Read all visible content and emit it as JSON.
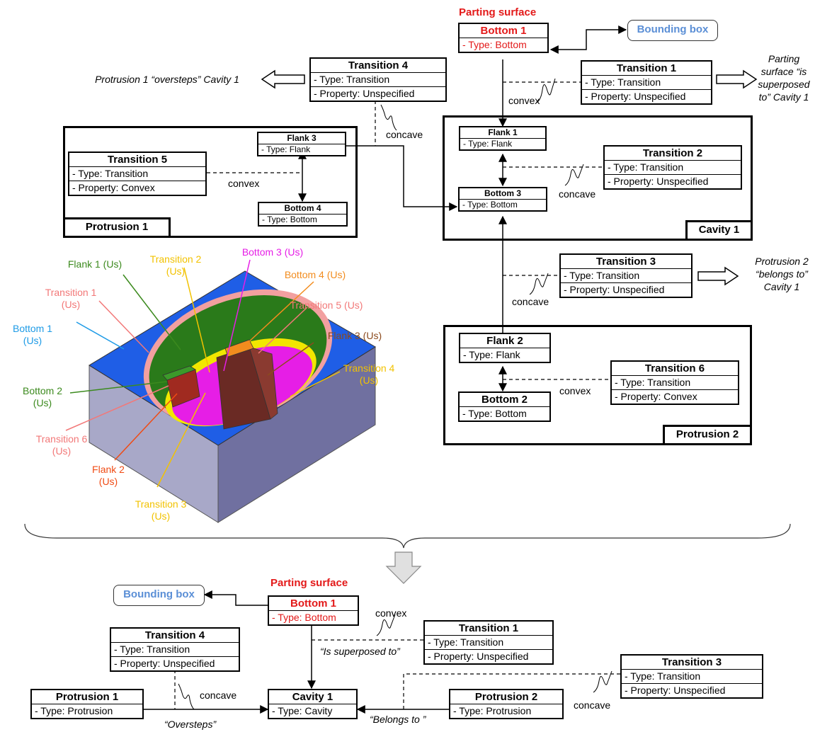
{
  "top": {
    "parting_surface": "Parting surface",
    "bounding_box": "Bounding box",
    "bottom1": {
      "title": "Bottom 1",
      "type": "- Type: Bottom"
    },
    "transition1": {
      "title": "Transition 1",
      "type": "- Type: Transition",
      "property": "- Property: Unspecified"
    },
    "transition4": {
      "title": "Transition 4",
      "type": "- Type: Transition",
      "property": "- Property: Unspecified"
    },
    "transition2": {
      "title": "Transition 2",
      "type": "- Type: Transition",
      "property": "- Property: Unspecified"
    },
    "transition3": {
      "title": "Transition 3",
      "type": "- Type: Transition",
      "property": "- Property: Unspecified"
    },
    "transition5": {
      "title": "Transition 5",
      "type": "- Type: Transition",
      "property": "- Property: Convex"
    },
    "transition6": {
      "title": "Transition 6",
      "type": "- Type: Transition",
      "property": "- Property: Convex"
    },
    "flank1": {
      "title": "Flank 1",
      "type": "- Type: Flank"
    },
    "flank2": {
      "title": "Flank 2",
      "type": "- Type: Flank"
    },
    "flank3": {
      "title": "Flank 3",
      "type": "- Type: Flank"
    },
    "bottom2": {
      "title": "Bottom 2",
      "type": "- Type: Bottom"
    },
    "bottom3": {
      "title": "Bottom 3",
      "type": "- Type: Bottom"
    },
    "bottom4": {
      "title": "Bottom 4",
      "type": "- Type: Bottom"
    },
    "protrusion1": "Protrusion 1",
    "protrusion2": "Protrusion 2",
    "cavity1": "Cavity 1",
    "convex": "convex",
    "concave": "concave",
    "ann_oversteps": "Protrusion 1 “oversteps” Cavity 1",
    "ann_superposed": "Parting surface “is superposed to” Cavity 1",
    "ann_belongs": "Protrusion 2 “belongs to” Cavity 1"
  },
  "model": {
    "labels": {
      "flank1": "Flank 1 (Us)",
      "transition2": "Transition 2 (Us)",
      "bottom3": "Bottom 3 (Us)",
      "bottom4": "Bottom 4 (Us)",
      "transition1": "Transition 1 (Us)",
      "transition5": "Transition 5 (Us)",
      "bottom1": "Bottom 1 (Us)",
      "flank3": "Flank 3 (Us)",
      "transition4": "Transition 4 (Us)",
      "bottom2": "Bottom 2 (Us)",
      "transition6": "Transition 6 (Us)",
      "flank2": "Flank 2 (Us)",
      "transition3": "Transition 3 (Us)"
    },
    "colors": {
      "flank1": "#3c8a1e",
      "transition2": "#f2c200",
      "bottom3": "#e61ee6",
      "bottom4": "#f28c1e",
      "transition1": "#f27878",
      "transition5": "#f27878",
      "bottom1": "#1e9be6",
      "flank3": "#8c4b1e",
      "transition4": "#f2c200",
      "bottom2": "#3c8a1e",
      "transition6": "#f27878",
      "flank2": "#f04b14",
      "transition3": "#f2c200"
    }
  },
  "bottom": {
    "parting_surface": "Parting surface",
    "bounding_box": "Bounding box",
    "bottom1": {
      "title": "Bottom 1",
      "type": "- Type: Bottom"
    },
    "transition1": {
      "title": "Transition 1",
      "type": "- Type: Transition",
      "property": "- Property: Unspecified"
    },
    "transition4": {
      "title": "Transition 4",
      "type": "- Type: Transition",
      "property": "- Property: Unspecified"
    },
    "transition3": {
      "title": "Transition 3",
      "type": "- Type: Transition",
      "property": "- Property: Unspecified"
    },
    "protrusion1": {
      "title": "Protrusion 1",
      "type": "- Type: Protrusion"
    },
    "protrusion2": {
      "title": "Protrusion 2",
      "type": "- Type: Protrusion"
    },
    "cavity1": {
      "title": "Cavity 1",
      "type": "- Type: Cavity"
    },
    "convex": "convex",
    "concave": "concave",
    "concave2": "concave",
    "is_superposed": "“Is superposed to”",
    "oversteps": "“Oversteps”",
    "belongs": "“Belongs to ”"
  }
}
